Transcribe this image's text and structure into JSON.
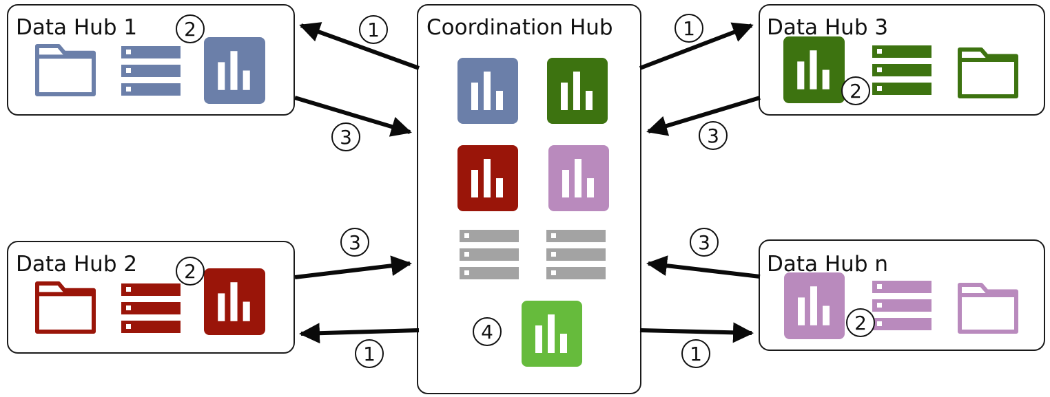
{
  "coordination_hub": {
    "title": "Coordination Hub",
    "step_label": "4"
  },
  "hubs": [
    {
      "id": "hub1",
      "title": "Data Hub 1",
      "color": "#6b7fa9",
      "step_label": "2"
    },
    {
      "id": "hub2",
      "title": "Data Hub 2",
      "color": "#9a1509",
      "step_label": "2"
    },
    {
      "id": "hub3",
      "title": "Data Hub 3",
      "color": "#3d7310",
      "step_label": "2"
    },
    {
      "id": "hubn",
      "title": "Data Hub n",
      "color": "#b98abd",
      "step_label": "2"
    }
  ],
  "arrow_labels": {
    "hub1_request": "1",
    "hub1_response": "3",
    "hub2_request": "1",
    "hub2_response": "3",
    "hub3_request": "1",
    "hub3_response": "3",
    "hubn_request": "1",
    "hubn_response": "3"
  },
  "colors": {
    "database_gray": "#a3a3a3",
    "aggregate_green": "#66bb3c",
    "line": "#0a0a0a"
  },
  "icons": {
    "folder": "folder-icon",
    "database": "database-icon",
    "chart": "bar-chart-icon"
  }
}
